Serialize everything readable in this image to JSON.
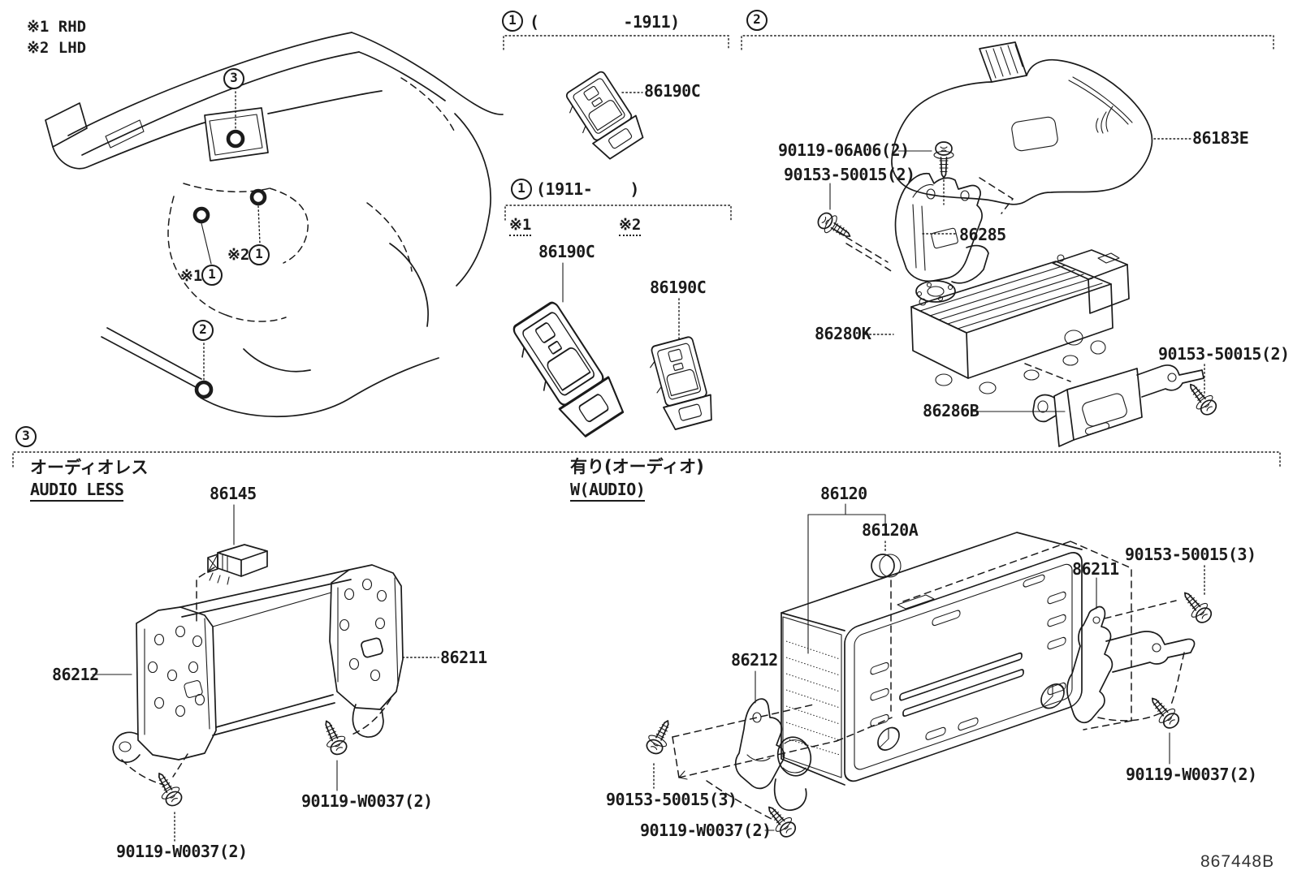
{
  "meta": {
    "figure_code": "867448B"
  },
  "legend": {
    "note1": "※1 RHD",
    "note2": "※2 LHD"
  },
  "overview": {
    "callout1": "1",
    "callout2": "2",
    "callout3": "3",
    "ref1": "※1",
    "ref2": "※2"
  },
  "usb_early": {
    "callout": "1",
    "range": "(         -1911)",
    "part": "86190C"
  },
  "usb_late": {
    "callout": "1",
    "range": "(1911-    )",
    "ref_rhd": "※1",
    "ref_lhd": "※2",
    "part_rhd": "86190C",
    "part_lhd": "86190C"
  },
  "amp": {
    "callout": "2",
    "cover": "86183E",
    "screw_top": "90119-06A06(2)",
    "screw_left": "90153-50015(2)",
    "bracket_upper": "86285",
    "unit": "86280K",
    "screw_right": "90153-50015(2)",
    "bracket_lower": "86286B"
  },
  "radio": {
    "callout": "3",
    "audioless": {
      "title_jp": "オーディオレス",
      "title_en": "AUDIO LESS",
      "relay": "86145",
      "bracket_left": "86212",
      "bracket_right": "86211",
      "screw_left": "90119-W0037(2)",
      "screw_right": "90119-W0037(2)"
    },
    "waudio": {
      "title_jp": "有り(オーディオ)",
      "title_en": "W(AUDIO)",
      "receiver": "86120",
      "knob": "86120A",
      "bracket_left": "86212",
      "bracket_right": "86211",
      "screw_bracket_right": "90153-50015(3)",
      "screw_bracket_left": "90153-50015(3)",
      "screw_bottom_left": "90119-W0037(2)",
      "screw_bottom_right": "90119-W0037(2)"
    }
  }
}
